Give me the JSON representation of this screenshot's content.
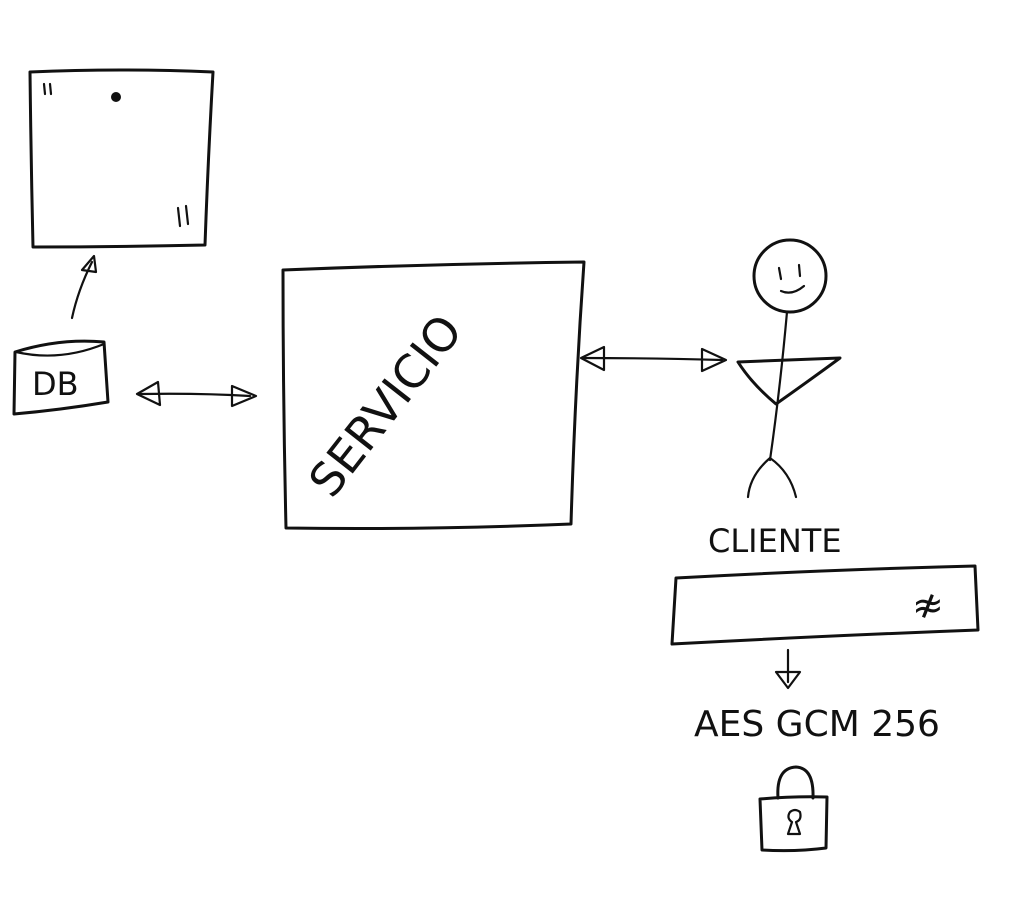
{
  "diagram": {
    "db_label": "DB",
    "service_label": "SERVICIO",
    "client_label": "CLIENTE",
    "encryption_label": "AES GCM 256",
    "input_bar_symbol": "≉",
    "icons": {
      "database": "database-icon",
      "client": "stick-figure-icon",
      "lock": "lock-icon"
    },
    "colors": {
      "ink": "#111111",
      "paper": "#ffffff"
    }
  }
}
